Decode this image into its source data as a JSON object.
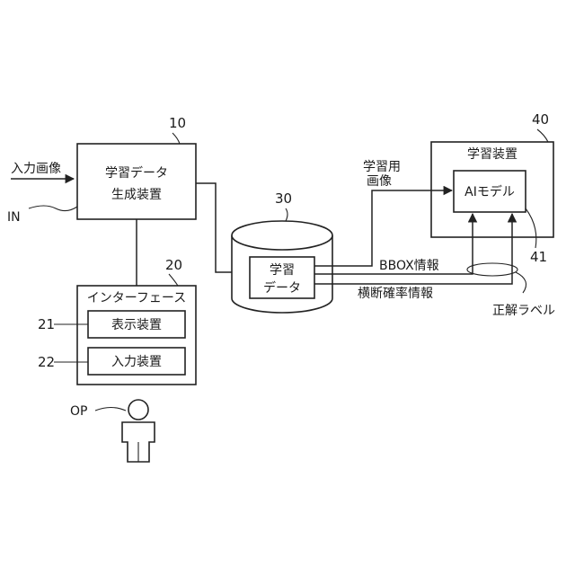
{
  "input": {
    "label": "入力画像",
    "code": "IN"
  },
  "generator": {
    "number": "10",
    "line1": "学習データ",
    "line2": "生成装置"
  },
  "database": {
    "number": "30",
    "line1": "学習",
    "line2": "データ"
  },
  "interface": {
    "number": "20",
    "title": "インターフェース",
    "display": {
      "number": "21",
      "label": "表示装置"
    },
    "input_device": {
      "number": "22",
      "label": "入力装置"
    }
  },
  "operator": {
    "code": "OP"
  },
  "learning_device": {
    "number": "40",
    "title": "学習装置",
    "model": {
      "number": "41",
      "label": "AIモデル"
    }
  },
  "signals": {
    "learning_image_line1": "学習用",
    "learning_image_line2": "画像",
    "bbox": "BBOX情報",
    "prob": "横断確率情報",
    "answer_label": "正解ラベル"
  }
}
